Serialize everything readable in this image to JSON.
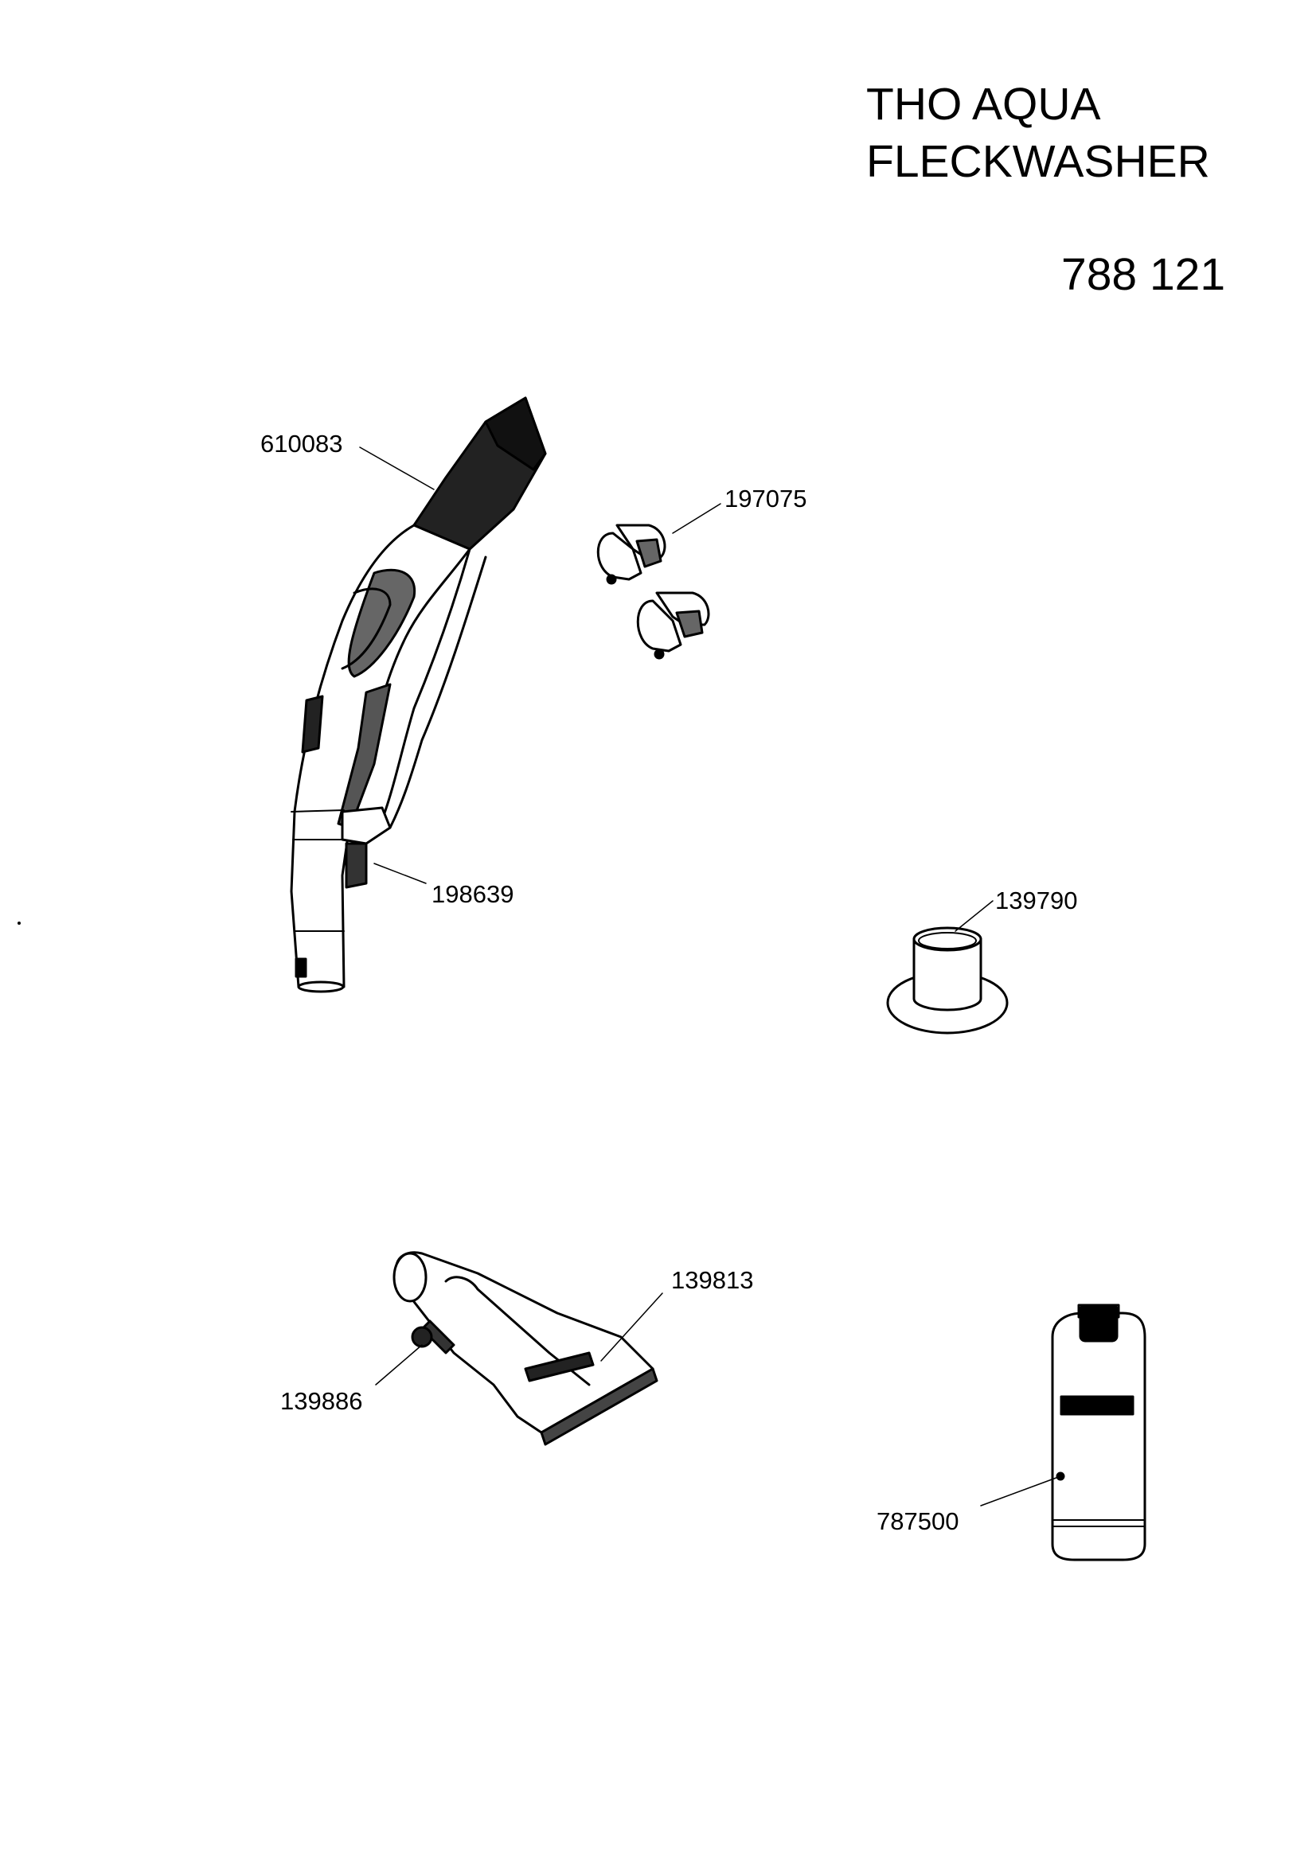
{
  "title": {
    "line1": "THO AQUA",
    "line2": "FLECKWASHER",
    "number": "788 121"
  },
  "parts": [
    {
      "id": "hose-handle",
      "number": "610083"
    },
    {
      "id": "clip",
      "number": "197075"
    },
    {
      "id": "trigger",
      "number": "198639"
    },
    {
      "id": "adapter",
      "number": "139790"
    },
    {
      "id": "nozzle",
      "number": "139813"
    },
    {
      "id": "nozzle-valve",
      "number": "139886"
    },
    {
      "id": "bottle",
      "number": "787500"
    }
  ]
}
